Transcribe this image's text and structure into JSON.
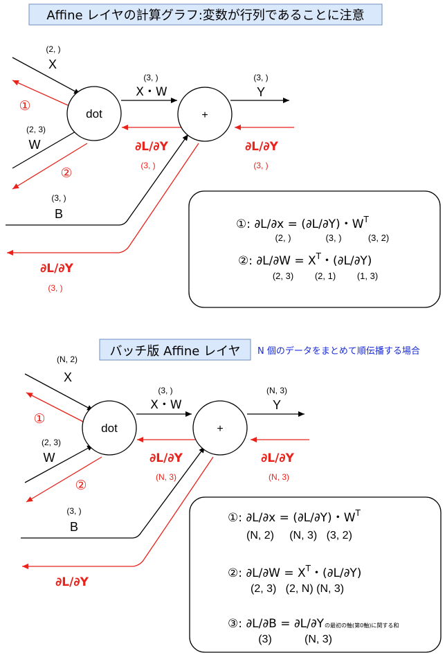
{
  "colors": {
    "black": "#000000",
    "red": "#e8231b",
    "blue": "#1a2bd8",
    "title_bg": "#dae8fc",
    "title_border": "#6c8ebf"
  },
  "section1": {
    "title": "Affine レイヤの計算グラフ:変数が行列であることに注意",
    "x_shape": "(2, )",
    "x_label": "X",
    "w_shape": "(2, 3)",
    "w_label": "W",
    "b_shape": "(3, )",
    "b_label": "B",
    "xw_shape": "(3, )",
    "xw_label": "X・W",
    "y_shape": "(3, )",
    "y_label": "Y",
    "dot_label": "dot",
    "plus_label": "+",
    "circle1": "①",
    "circle2": "②",
    "grad_mid": "∂L/∂Y",
    "grad_mid_shape": "(3, )",
    "grad_right": "∂L/∂Y",
    "grad_right_shape": "(3, )",
    "grad_bottom": "∂L/∂Y",
    "grad_bottom_shape": "(3, )",
    "box": {
      "eq1_a": "①: ∂L/∂x = (∂L/∂Y)・W",
      "eq1_sup": "T",
      "eq1_s1": "(2, )",
      "eq1_s2": "(3, )",
      "eq1_s3": "(3, 2)",
      "eq2_a": "②: ∂L/∂W = X",
      "eq2_sup": "T",
      "eq2_b": "・(∂L/∂Y)",
      "eq2_s1": "(2, 3)",
      "eq2_s2": "(2, 1)",
      "eq2_s3": "(1, 3)"
    }
  },
  "section2": {
    "title": "バッチ版 Affine レイヤ",
    "note": "N 個のデータをまとめて順伝播する場合",
    "x_shape": "(N, 2)",
    "x_label": "X",
    "w_shape": "(2, 3)",
    "w_label": "W",
    "b_shape": "(3, )",
    "b_label": "B",
    "xw_shape": "(3, )",
    "xw_label": "X・W",
    "y_shape": "(N, 3)",
    "y_label": "Y",
    "dot_label": "dot",
    "plus_label": "+",
    "circle1": "①",
    "circle2": "②",
    "grad_mid": "∂L/∂Y",
    "grad_mid_shape": "(N, 3)",
    "grad_right": "∂L/∂Y",
    "grad_right_shape": "(N, 3)",
    "grad_bottom": "∂L/∂Y",
    "box": {
      "eq1_a": "①: ∂L/∂x = (∂L/∂Y)・W",
      "eq1_sup": "T",
      "eq1_shapes": "(N, 2)     (N, 3)   (3, 2)",
      "eq2_a": "②: ∂L/∂W = X",
      "eq2_sup": "T",
      "eq2_b": "・(∂L/∂Y)",
      "eq2_shapes": "(2, 3)   (2, N) (N, 3)",
      "eq3_a": "③: ∂L/∂B = ∂L/∂Y",
      "eq3_note": "の最初の軸(第0軸)に関する和",
      "eq3_s1": "(3)",
      "eq3_s2": "(N, 3)"
    }
  }
}
